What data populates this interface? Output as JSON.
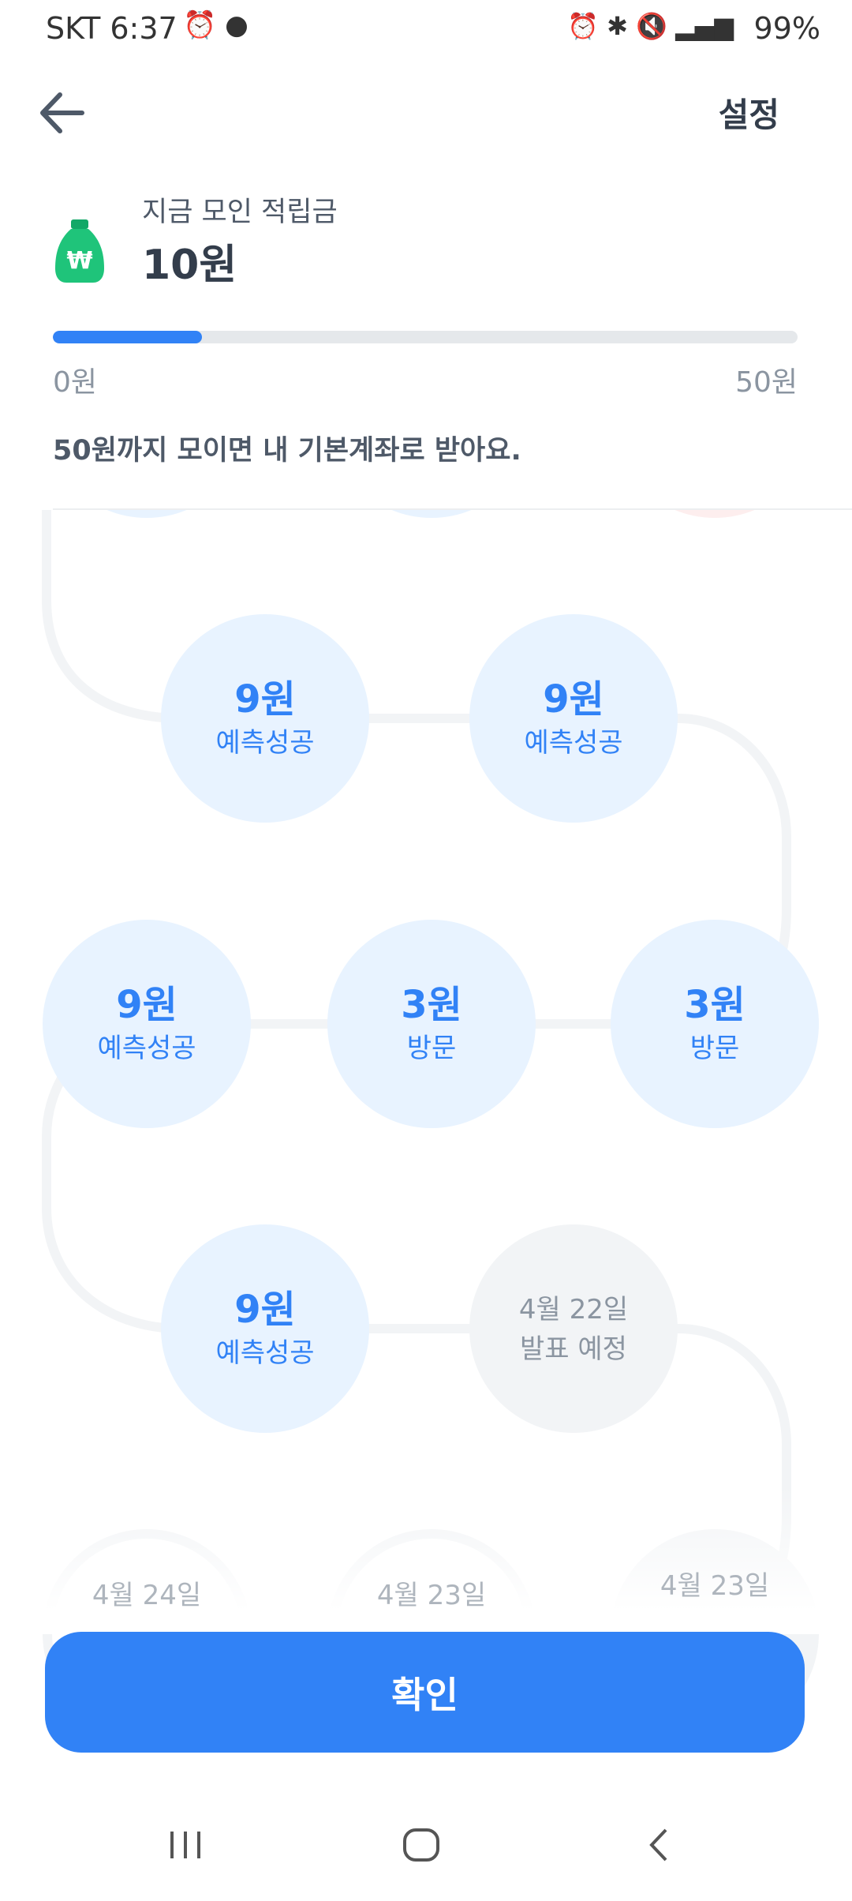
{
  "status_bar": {
    "carrier_time": "SKT 6:37",
    "battery": "99%"
  },
  "header": {
    "settings_label": "설정"
  },
  "summary": {
    "label": "지금 모인 적립금",
    "amount": "10원",
    "progress_percent": 20,
    "min_label": "0원",
    "max_label": "50원",
    "note": "50원까지 모이면 내 기본계좌로 받아요."
  },
  "nodes": [
    {
      "amount": "9원",
      "label": "예측성공"
    },
    {
      "amount": "9원",
      "label": "예측성공"
    },
    {
      "amount": "9원",
      "label": "예측성공"
    },
    {
      "amount": "3원",
      "label": "방문"
    },
    {
      "amount": "3원",
      "label": "방문"
    },
    {
      "amount": "9원",
      "label": "예측성공"
    },
    {
      "amount": "4월 22일",
      "label": "발표 예정"
    },
    {
      "amount": "4월 24일"
    },
    {
      "amount": "4월 23일"
    },
    {
      "amount": "4월 23일"
    }
  ],
  "confirm_label": "확인",
  "colors": {
    "accent": "#3182f6",
    "node_bg": "#e8f3ff",
    "pending_bg": "#f2f4f6",
    "coin_green": "#1fc47a"
  }
}
